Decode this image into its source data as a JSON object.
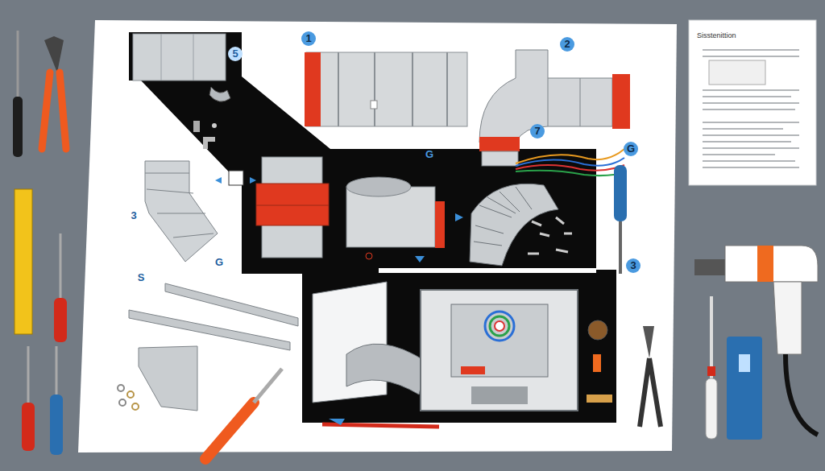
{
  "diagram": {
    "nodes": [
      {
        "text": [
          "Sisstenittion"
        ]
      }
    ],
    "labels": [
      "5",
      "1",
      "2",
      "7",
      "G",
      "G",
      "3",
      "G",
      "3",
      "S"
    ]
  }
}
